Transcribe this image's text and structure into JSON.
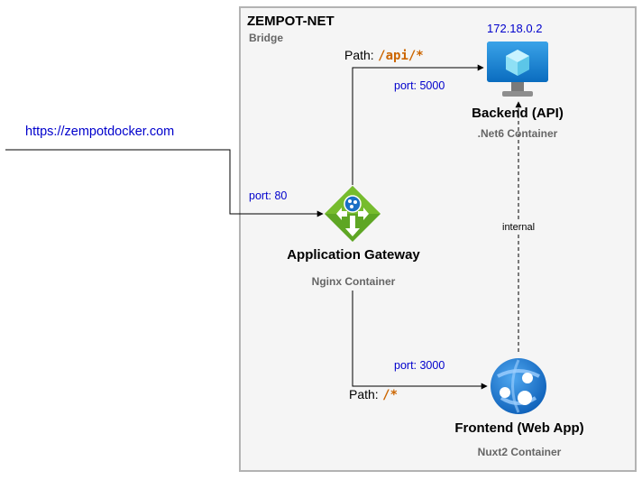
{
  "network": {
    "name": "ZEMPOT-NET",
    "driver": "Bridge"
  },
  "external": {
    "url": "https://zempotdocker.com",
    "port_label": "port: 80"
  },
  "gateway": {
    "title": "Application Gateway",
    "subtitle": "Nginx Container",
    "icon": "application-gateway-icon"
  },
  "backend": {
    "title": "Backend (API)",
    "subtitle": ".Net6 Container",
    "ip": "172.18.0.2",
    "icon": "virtual-machine-icon",
    "path_label": "Path:",
    "path_value": "/api/*",
    "port_label": "port: 5000"
  },
  "frontend": {
    "title": "Frontend (Web App)",
    "subtitle": "Nuxt2 Container",
    "icon": "web-app-icon",
    "path_label": "Path:",
    "path_value": "/*",
    "port_label": "port: 3000"
  },
  "links": {
    "internal_label": "internal"
  },
  "colors": {
    "container_bg": "#f5f5f5",
    "container_border": "#b3b3b3",
    "port_text": "#0000cc",
    "path_value": "#cc6600",
    "gateway_green": "#5ea624",
    "azure_blue": "#0078d4"
  }
}
